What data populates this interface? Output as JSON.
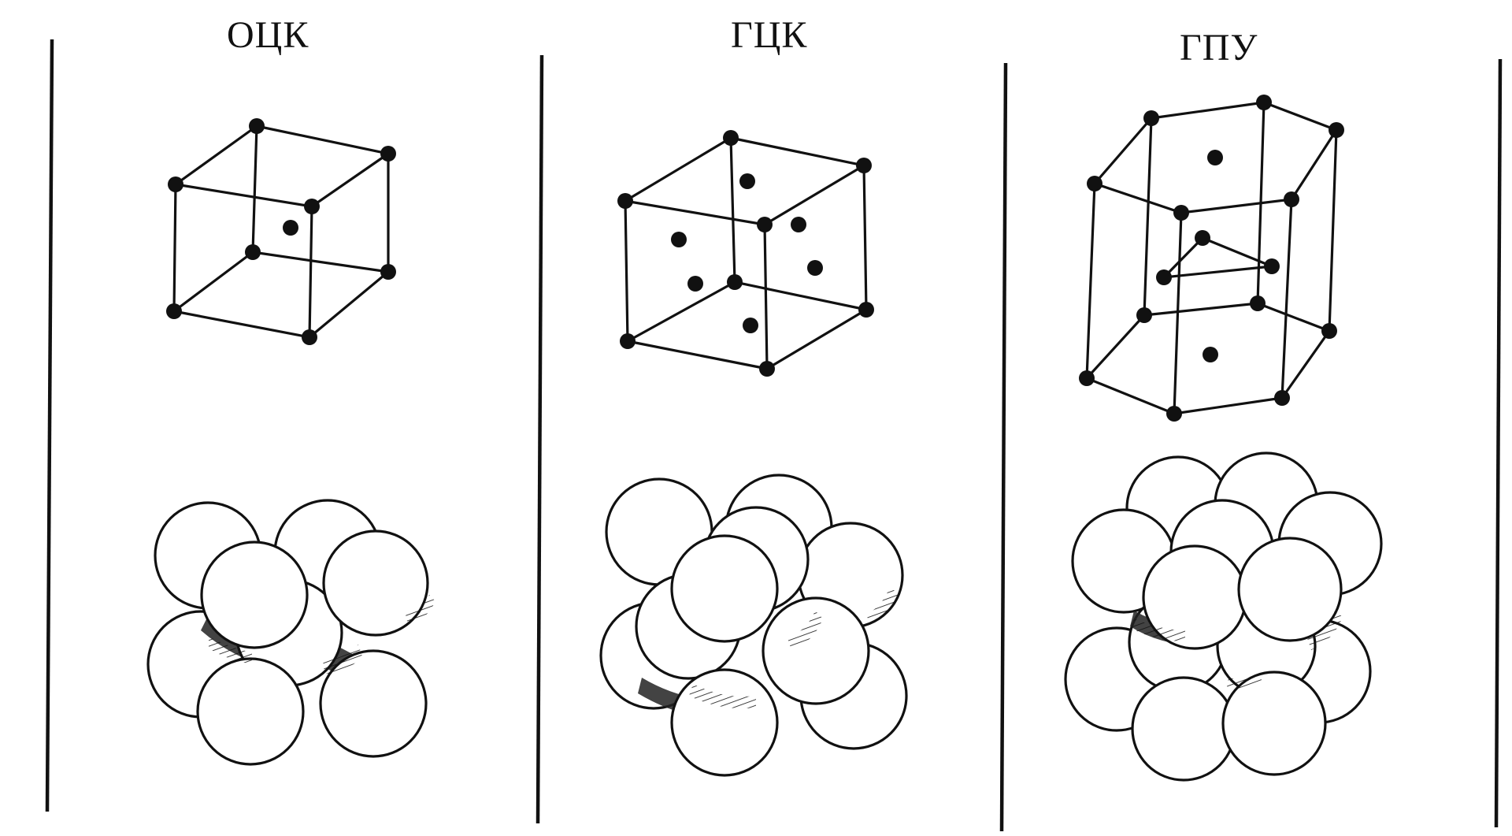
{
  "panels": [
    {
      "id": "bcc",
      "title": "ОЦК"
    },
    {
      "id": "fcc",
      "title": "ГЦК"
    },
    {
      "id": "hcp",
      "title": "ГПУ"
    }
  ],
  "colors": {
    "ink": "#111111",
    "paper": "#ffffff"
  }
}
